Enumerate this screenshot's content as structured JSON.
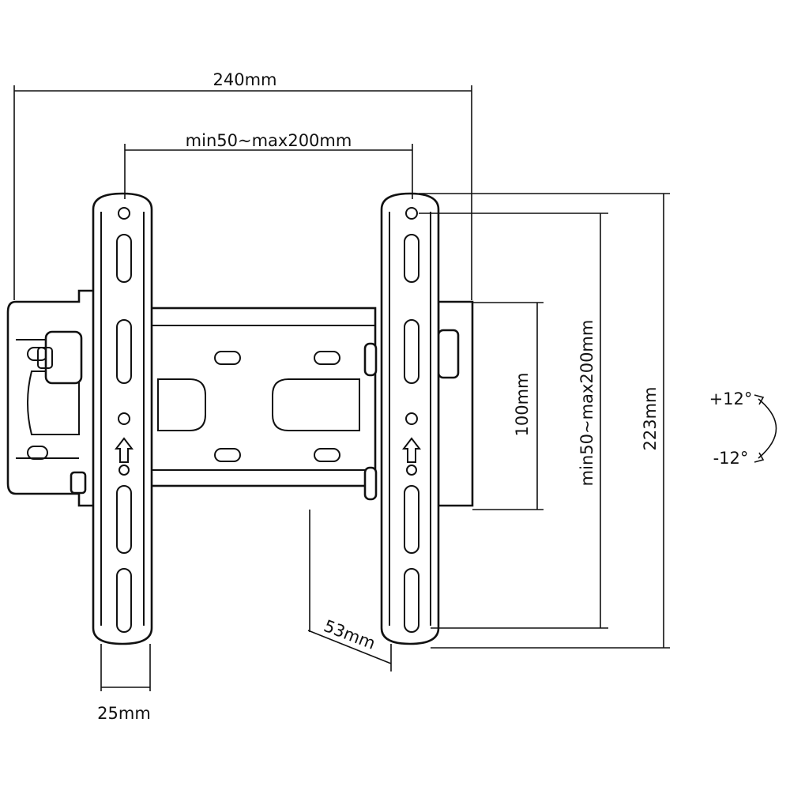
{
  "diagram": {
    "labels": {
      "overall_width": "240mm",
      "vesa_horizontal": "min50~max200mm",
      "wall_plate_height": "100mm",
      "vesa_vertical": "min50~max200mm",
      "overall_height": "223mm",
      "tilt_up": "+12°",
      "tilt_down": "-12°",
      "wall_distance": "53mm",
      "arm_width": "25mm"
    },
    "colors": {
      "line": "#111111",
      "background": "#ffffff"
    }
  }
}
